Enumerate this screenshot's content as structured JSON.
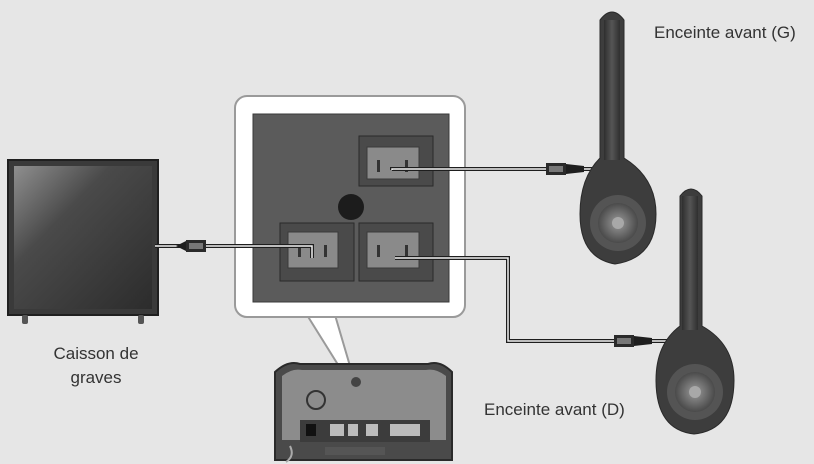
{
  "labels": {
    "front_left": "Enceinte avant (G)",
    "front_right": "Enceinte avant (D)",
    "subwoofer_line1": "Caisson de",
    "subwoofer_line2": "graves"
  },
  "colors": {
    "background": "#e6e6e6",
    "panel": "#5b5b5b",
    "speaker": "#3d3d3d",
    "cable": "#1e1e1e"
  }
}
